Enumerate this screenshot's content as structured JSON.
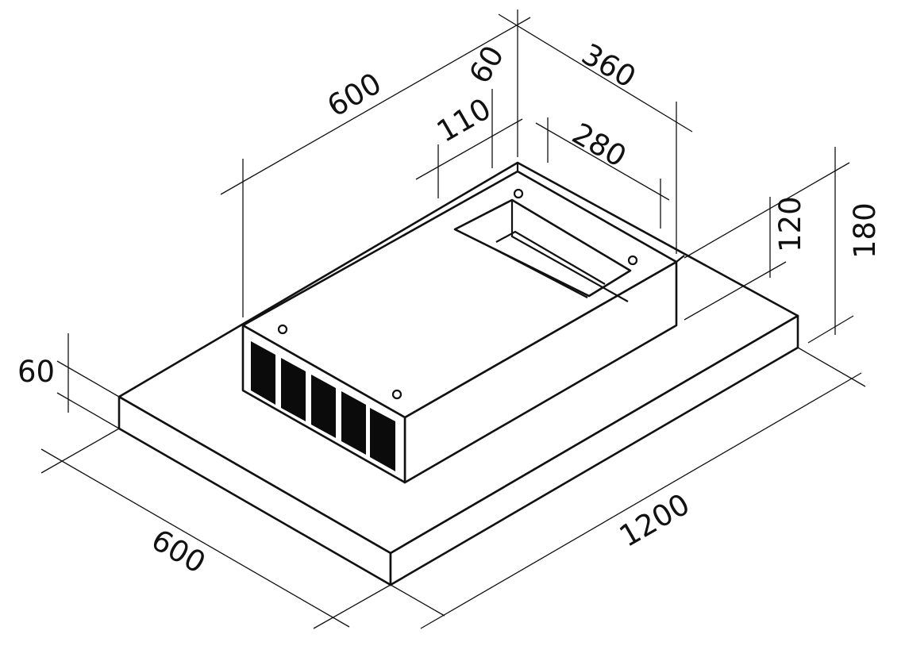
{
  "diagram": {
    "dimensions": {
      "canopy_width": "1200",
      "canopy_depth": "600",
      "canopy_height": "60",
      "chimney_length": "600",
      "chimney_width": "360",
      "chimney_offset": "60",
      "outlet_offset": "110",
      "outlet_width": "280",
      "outlet_height": "120",
      "total_height": "180"
    }
  }
}
